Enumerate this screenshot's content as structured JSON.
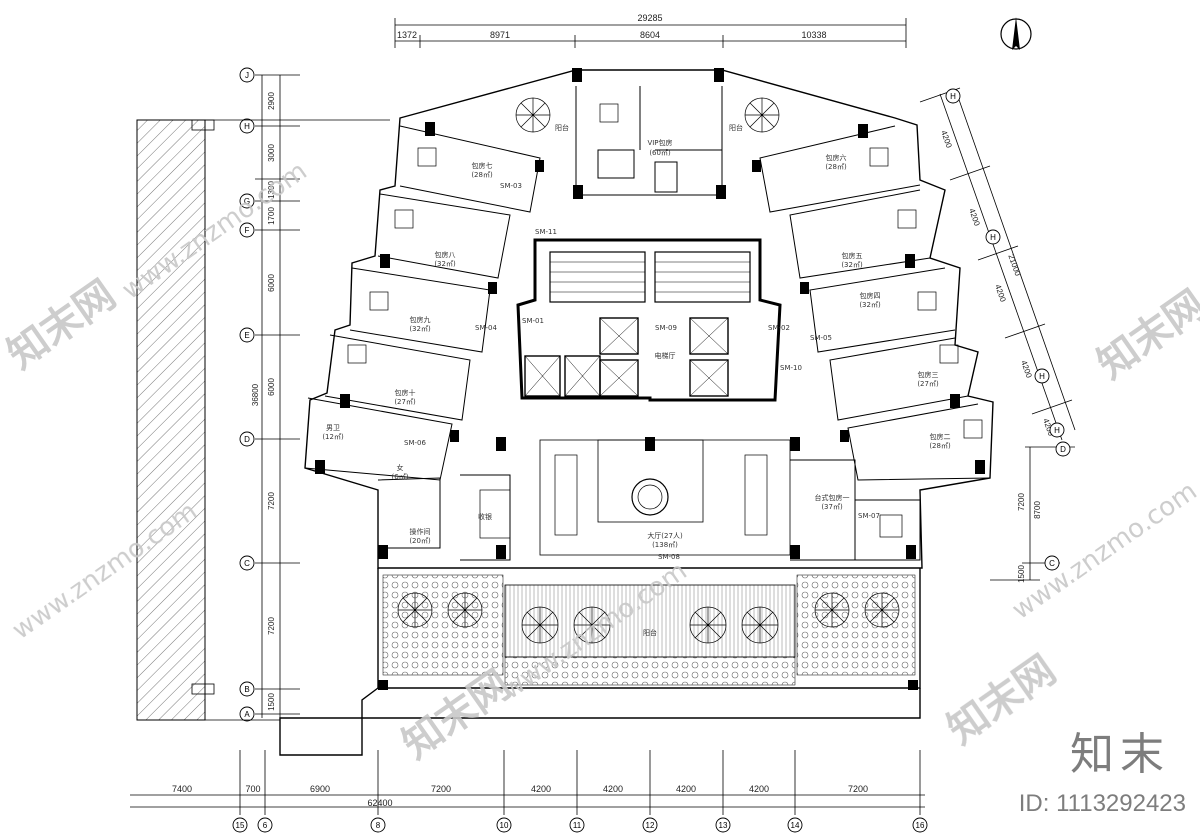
{
  "dimensions": {
    "top": {
      "total": "29285",
      "segs": [
        "1372",
        "8971",
        "8604",
        "10338"
      ]
    },
    "bottom": {
      "total": "62400",
      "segs": [
        "7400",
        "700",
        "6900",
        "7200",
        "4200",
        "4200",
        "4200",
        "4200",
        "7200"
      ]
    },
    "left": {
      "total": "36800",
      "segs": [
        "2900",
        "3000",
        "1300",
        "1700",
        "6000",
        "6000",
        "7200",
        "7200",
        "1500"
      ]
    },
    "right": {
      "total": "21000",
      "segs": [
        "4200",
        "4200",
        "4200",
        "4200",
        "4200"
      ],
      "lower": [
        "7200",
        "1500"
      ],
      "lower_total": "8700"
    }
  },
  "axes": {
    "left": [
      "J",
      "H",
      "G",
      "F",
      "E",
      "D",
      "C",
      "B",
      "A"
    ],
    "bottom": [
      "15",
      "6",
      "8",
      "10",
      "11",
      "12",
      "13",
      "14",
      "16"
    ],
    "right": [
      "H",
      "H",
      "H",
      "H",
      "D",
      "C"
    ]
  },
  "rooms": {
    "vip": "VIP包房",
    "vip_area": "(60㎡)",
    "balcony": "阳台",
    "r7": "包房七",
    "r7a": "(28㎡)",
    "r6": "包房六",
    "r6a": "(28㎡)",
    "r8": "包房八",
    "r8a": "(32㎡)",
    "r5": "包房五",
    "r5a": "(32㎡)",
    "r9": "包房九",
    "r9a": "(32㎡)",
    "r4": "包房四",
    "r4a": "(32㎡)",
    "r10": "包房十",
    "r10a": "(27㎡)",
    "r3": "包房三",
    "r3a": "(27㎡)",
    "r2": "包房二",
    "r2a": "(28㎡)",
    "r1": "台式包房一",
    "r1a": "(37㎡)",
    "men": "男卫",
    "men_a": "(12㎡)",
    "women": "女",
    "women_a": "(6㎡)",
    "prep": "操作间",
    "prep_a": "(20㎡)",
    "cashier": "收银",
    "lobby": "大厅(27人)",
    "lobby_a": "(138㎡)",
    "elev": "电梯厅",
    "terrace": "阳台"
  },
  "door_codes": [
    "SM-01",
    "SM-02",
    "SM-03",
    "SM-04",
    "SM-05",
    "SM-06",
    "SM-07",
    "SM-08",
    "SM-09",
    "SM-10",
    "SM-11"
  ],
  "watermark": {
    "cn": "知末网",
    "url": "www.znzmo.com",
    "brand": "知末",
    "id": "ID: 1113292423"
  }
}
